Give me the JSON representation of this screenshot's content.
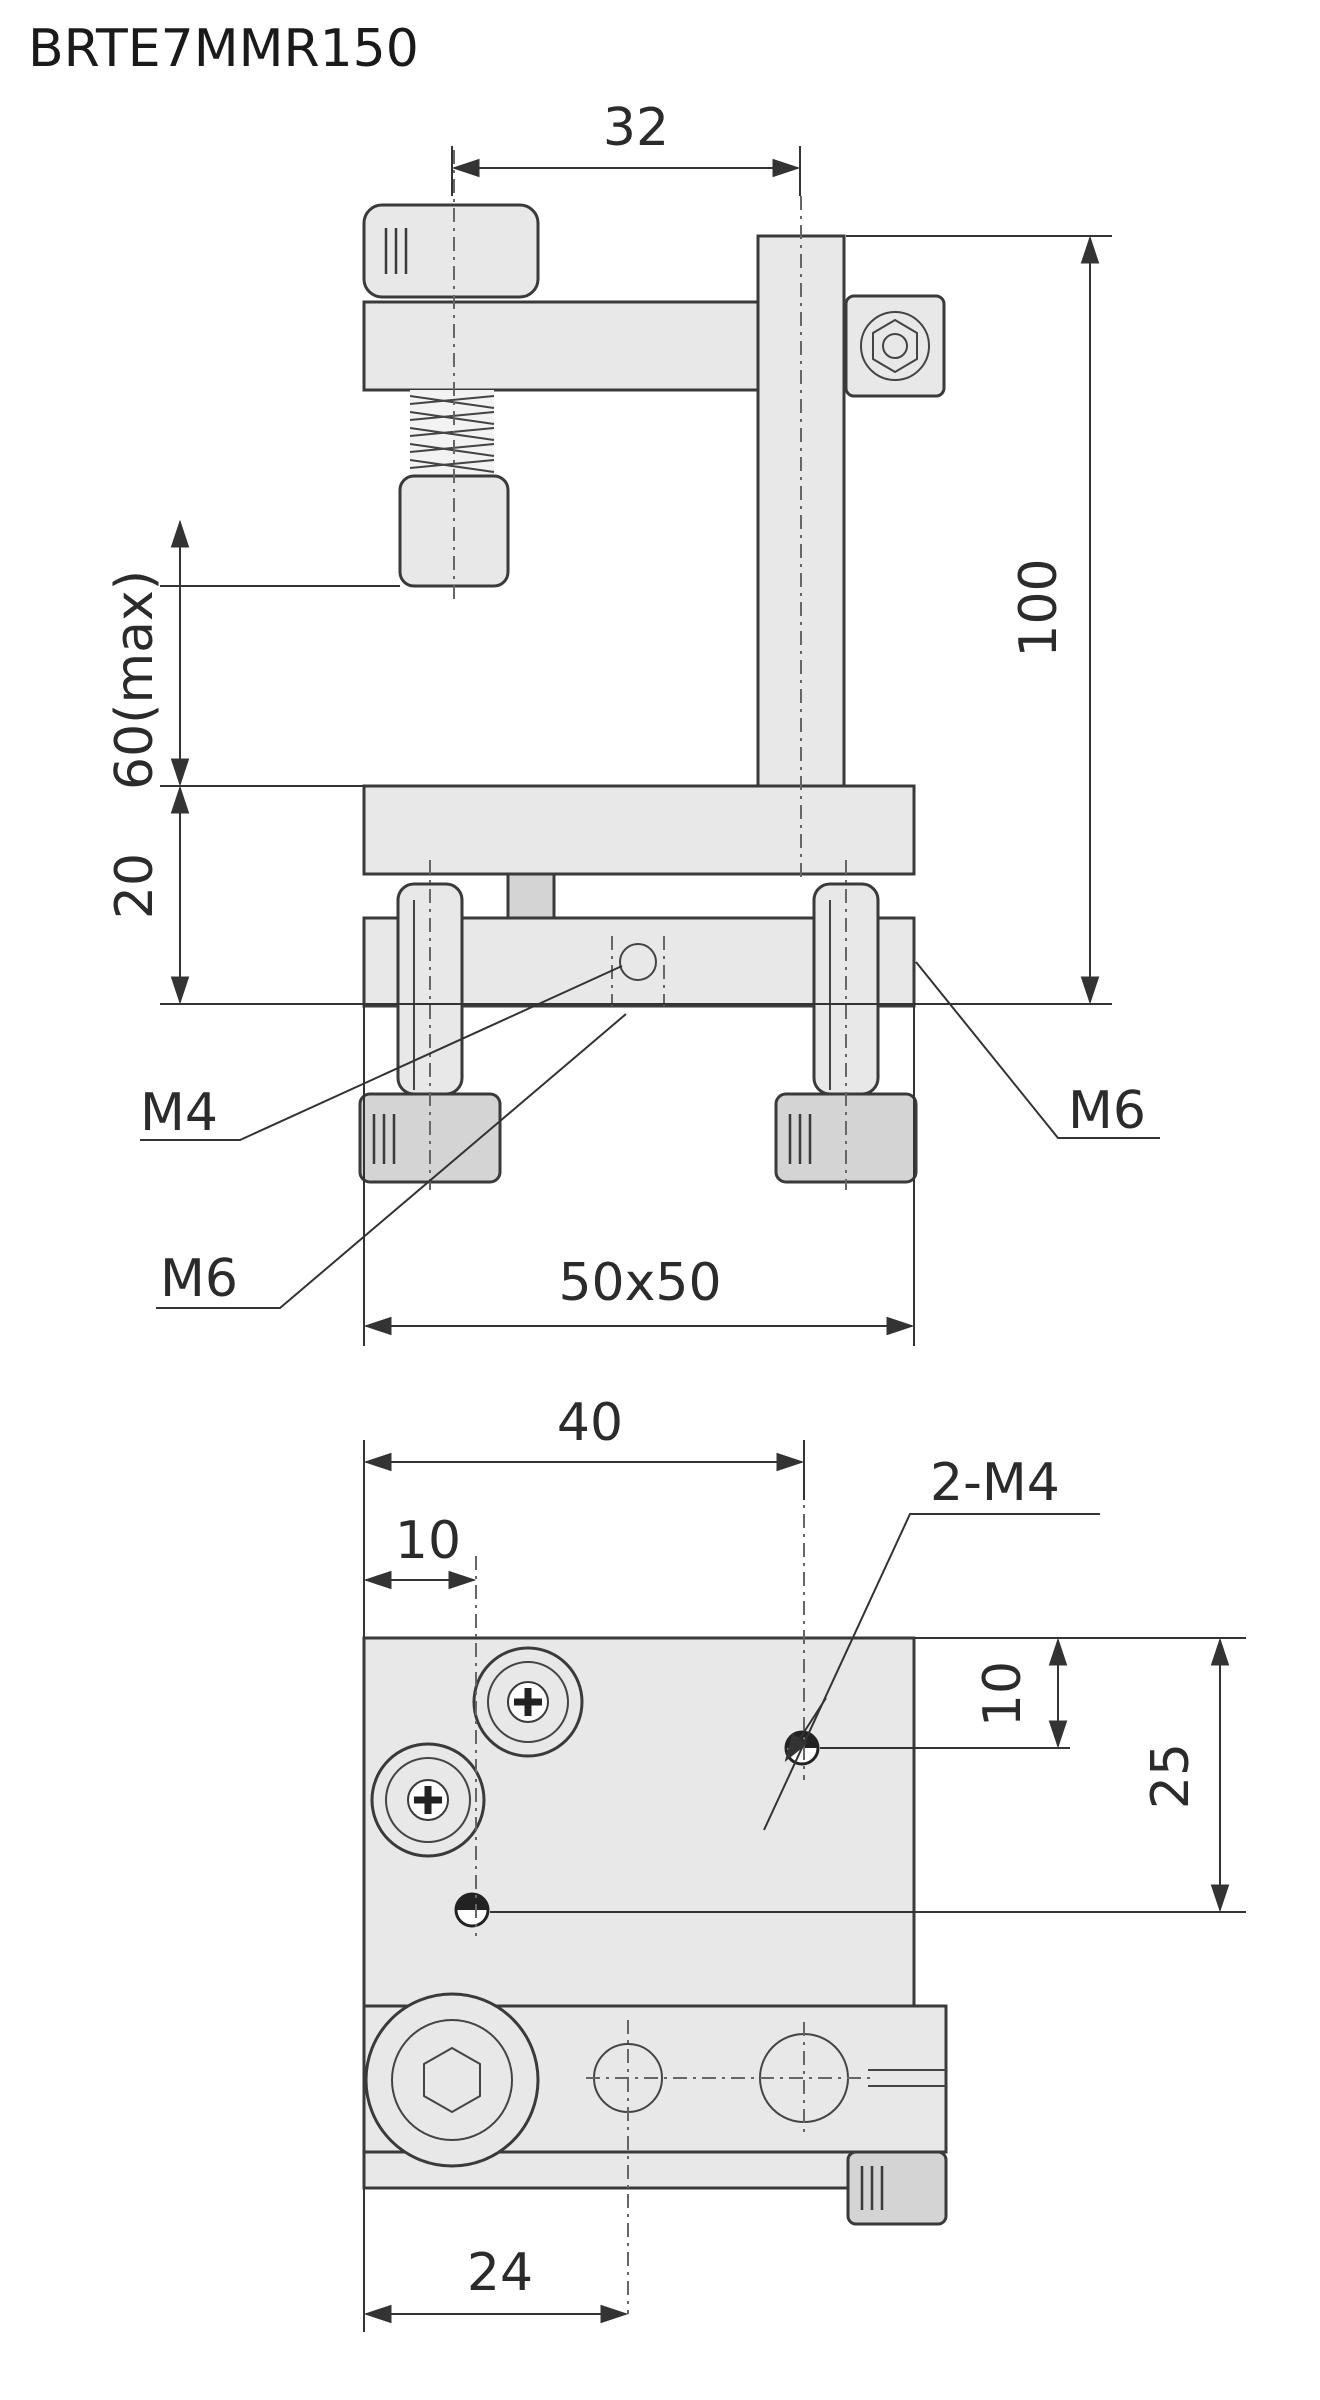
{
  "title": "BRTE7MMR150",
  "side_view": {
    "dim_width_top": "32",
    "dim_height_total": "100",
    "dim_opening": "60(max)",
    "dim_base": "20",
    "label_m4": "M4",
    "label_m6_left": "M6",
    "label_m6_right": "M6",
    "dim_footprint": "50x50"
  },
  "top_view": {
    "dim_40": "40",
    "dim_10_horizontal": "10",
    "label_2m4": "2-M4",
    "dim_10_vertical": "10",
    "dim_25": "25",
    "dim_24": "24"
  }
}
